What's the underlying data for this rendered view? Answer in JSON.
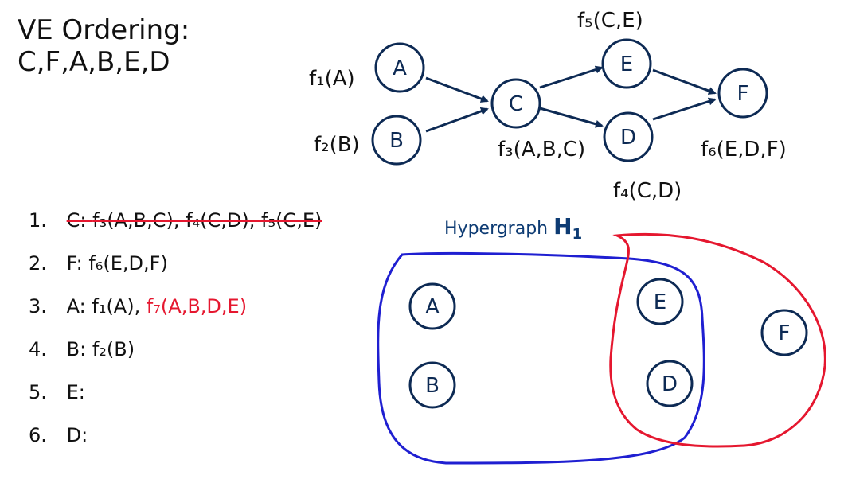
{
  "title": {
    "line1": "VE Ordering:",
    "line2": "C,F,A,B,E,D"
  },
  "graph": {
    "nodes": [
      "A",
      "B",
      "C",
      "E",
      "D",
      "F"
    ],
    "factors": {
      "f1": "f₁(A)",
      "f2": "f₂(B)",
      "f3": "f₃(A,B,C)",
      "f4": "f₄(C,D)",
      "f5": "f₅(C,E)",
      "f6": "f₆(E,D,F)"
    }
  },
  "steps": [
    {
      "num": "1.",
      "var": "C:",
      "factors": "f₃(A,B,C), f₄(C,D), f₅(C,E)",
      "struck": true
    },
    {
      "num": "2.",
      "var": "F:",
      "factors": "f₆(E,D,F)"
    },
    {
      "num": "3.",
      "var": "A:",
      "factors": "f₁(A),",
      "new_factor": "f₇(A,B,D,E)"
    },
    {
      "num": "4.",
      "var": "B:",
      "factors": "f₂(B)"
    },
    {
      "num": "5.",
      "var": "E:",
      "factors": ""
    },
    {
      "num": "6.",
      "var": "D:",
      "factors": ""
    }
  ],
  "hypergraph": {
    "title": "Hypergraph",
    "h_letter": "H",
    "h_sub": "1",
    "nodes": [
      "A",
      "B",
      "E",
      "D",
      "F"
    ]
  },
  "colors": {
    "node_stroke": "#0d2a54",
    "arrow": "#0d2a54",
    "blue_hyperedge": "#1f1fd1",
    "red_hyperedge": "#e5172f",
    "hypergraph_title": "#0d3b73"
  }
}
